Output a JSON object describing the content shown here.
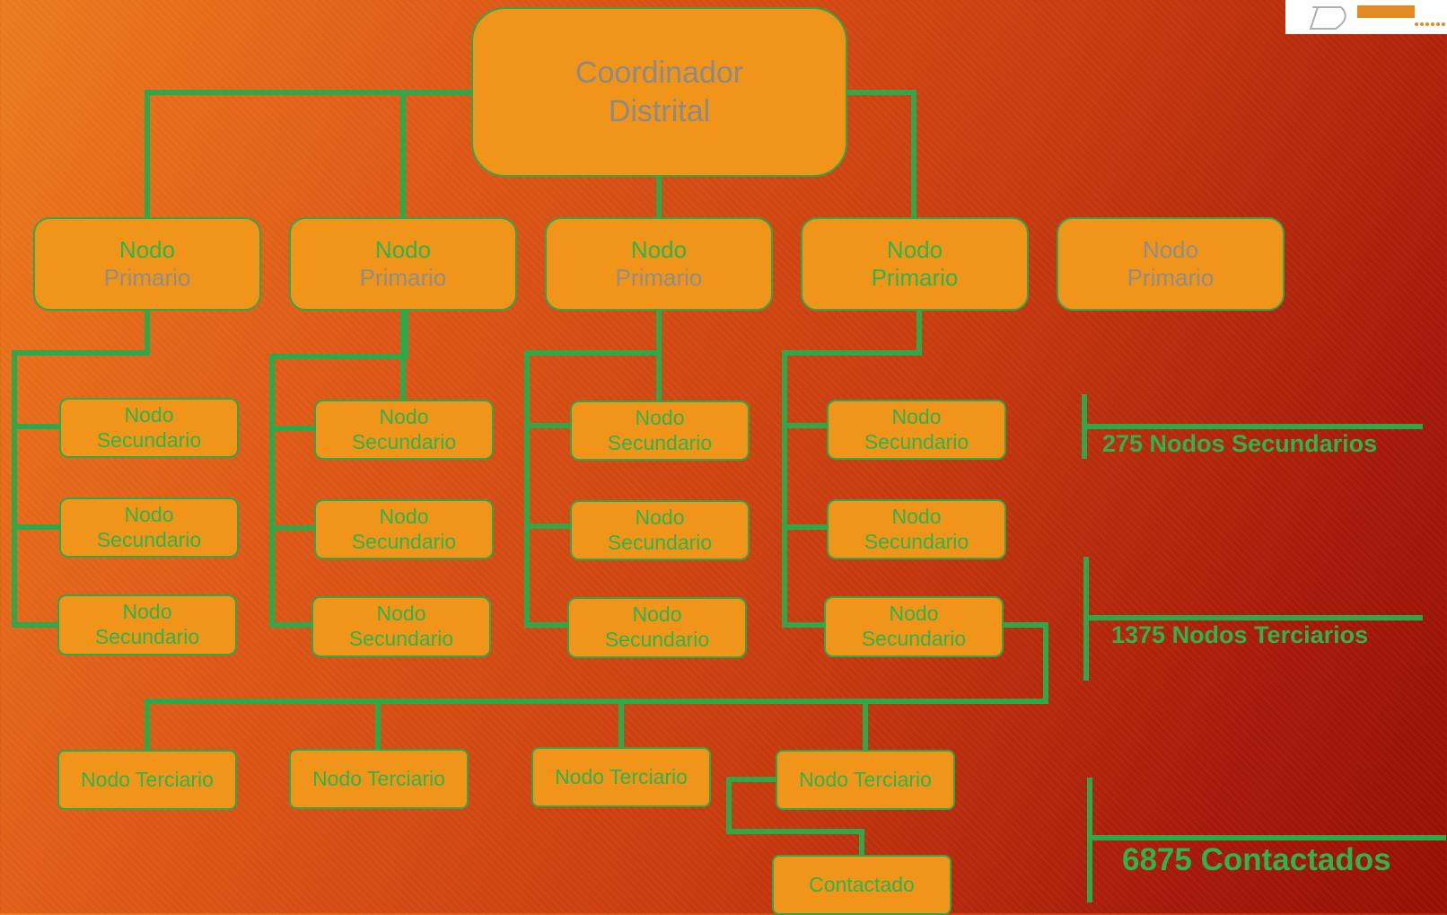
{
  "coordinator": {
    "line1": "Coordinador",
    "line2": "Distrital"
  },
  "primary_nodes": [
    {
      "line1": "Nodo",
      "line2": "Primario"
    },
    {
      "line1": "Nodo",
      "line2": "Primario"
    },
    {
      "line1": "Nodo",
      "line2": "Primario"
    },
    {
      "line1": "Nodo",
      "line2": "Primario"
    },
    {
      "line1": "Nodo",
      "line2": "Primario"
    }
  ],
  "secondary_node": {
    "line1": "Nodo",
    "line2": "Secundario"
  },
  "tertiary_node": {
    "label": "Nodo Terciario"
  },
  "contact_node": {
    "label": "Contactado"
  },
  "counts": {
    "secondary": "275 Nodos Secundarios",
    "tertiary": "1375 Nodos Terciarios",
    "contacts": "6875 Contactados"
  },
  "colors": {
    "box_fill": "#f0951a",
    "connector": "#2ea94a",
    "green_text": "#2db44a",
    "grey_text": "#8f8d88"
  }
}
